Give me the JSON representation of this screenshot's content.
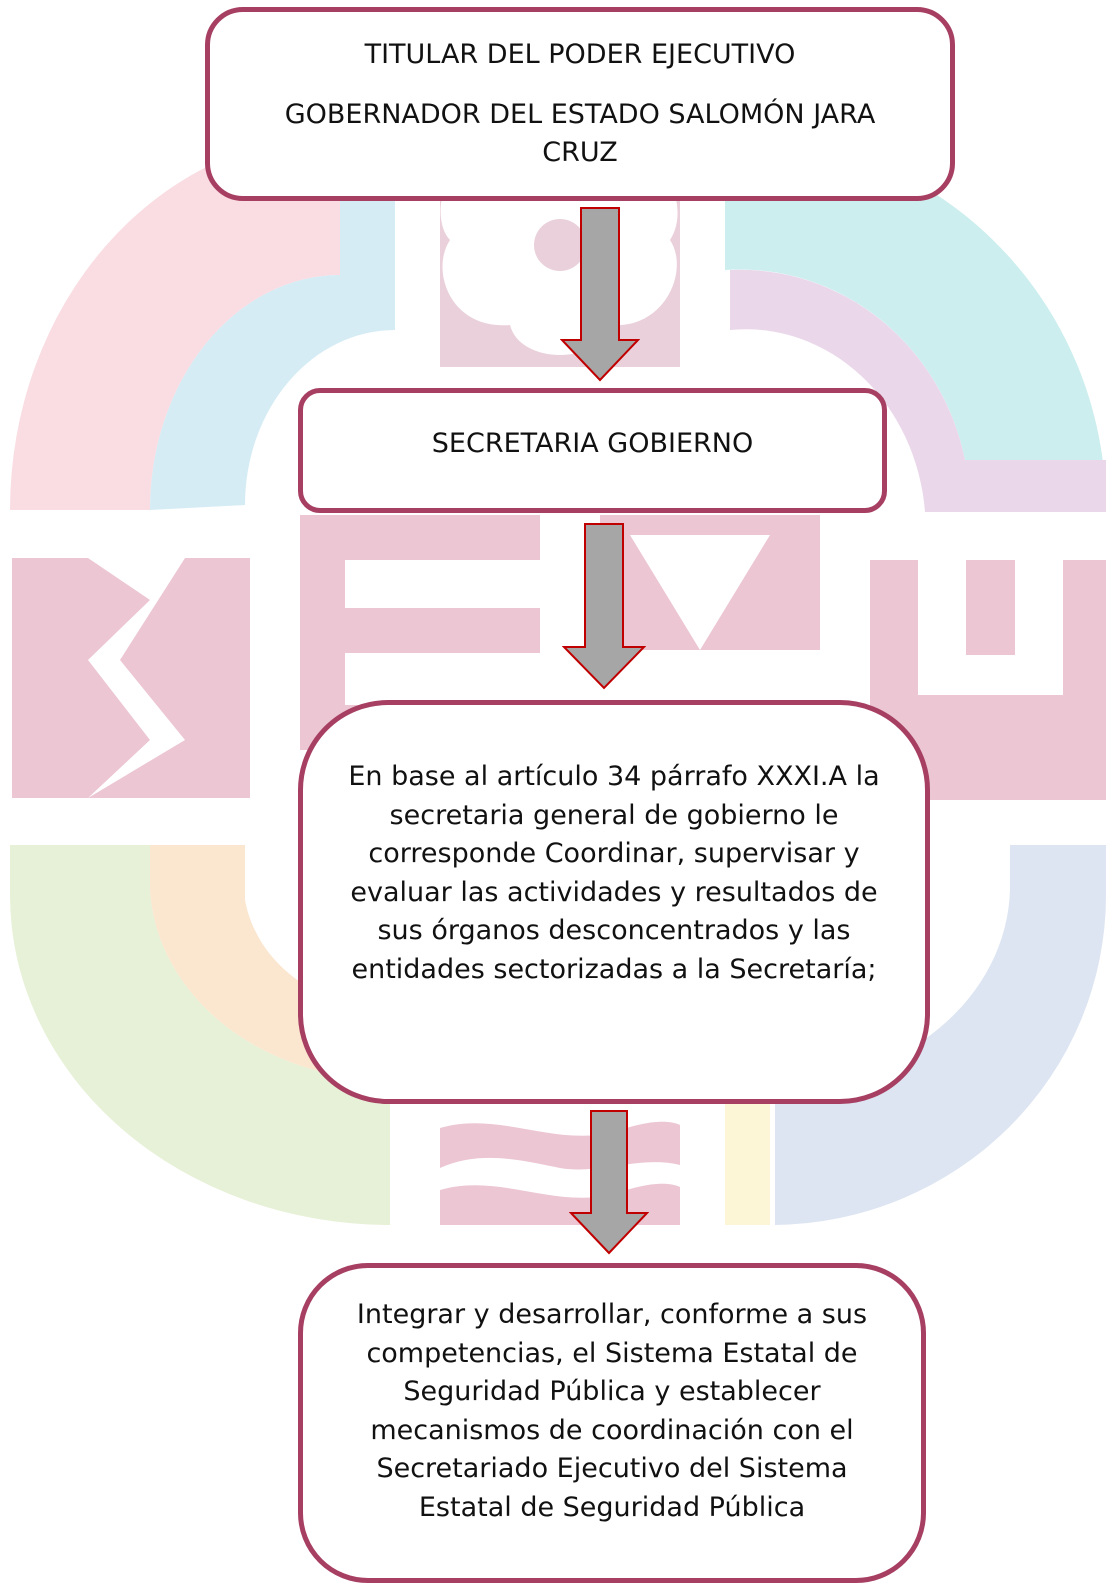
{
  "background": {
    "logo_icon": "oaxaca-government-watermark-logo"
  },
  "colors": {
    "box_border": "#a73f63",
    "arrow_fill": "#a6a6a6",
    "arrow_stroke": "#c00000"
  },
  "flowchart": {
    "box1": {
      "title": "TITULAR DEL PODER EJECUTIVO",
      "subtitle": "GOBERNADOR DEL ESTADO SALOMÓN JARA CRUZ"
    },
    "box2": {
      "text": "SECRETARIA GOBIERNO"
    },
    "box3": {
      "text": "En base al artículo 34 párrafo XXXI.A la secretaria general de gobierno le corresponde Coordinar, supervisar y evaluar las actividades y resultados de sus órganos desconcentrados y las entidades sectorizadas a la Secretaría;"
    },
    "box4": {
      "text": "Integrar y desarrollar, conforme a sus competencias, el Sistema Estatal de Seguridad Pública y establecer mecanismos de coordinación con el Secretariado Ejecutivo del Sistema Estatal de Seguridad Pública"
    }
  }
}
